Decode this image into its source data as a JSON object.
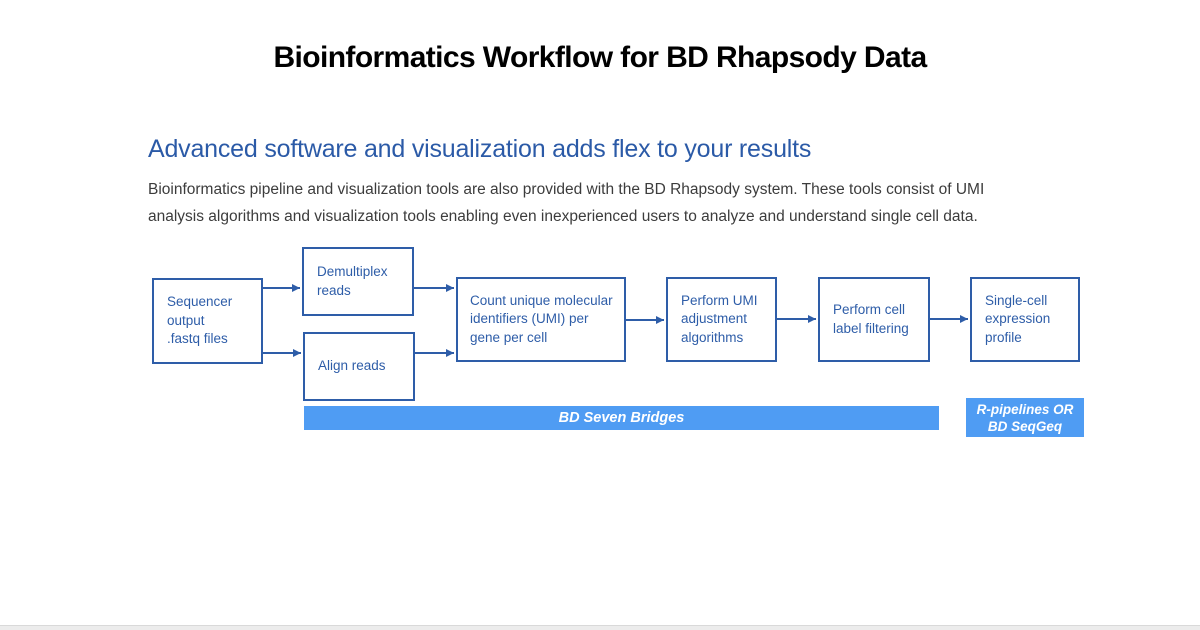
{
  "page": {
    "title": "Bioinformatics Workflow for BD Rhapsody Data"
  },
  "section": {
    "heading": "Advanced software and visualization adds flex to your results",
    "body": "Bioinformatics pipeline and visualization tools are also provided with the BD Rhapsody system. These tools consist of UMI\nanalysis algorithms and visualization tools enabling even inexperienced users to analyze and understand single cell data."
  },
  "flowchart": {
    "boxes": [
      {
        "id": "sequencer-output",
        "label": "Sequencer\noutput\n.fastq files"
      },
      {
        "id": "demultiplex-reads",
        "label": "Demultiplex\nreads"
      },
      {
        "id": "align-reads",
        "label": "Align reads"
      },
      {
        "id": "count-umi",
        "label": "Count unique molecular\nidentifiers (UMI) per\ngene per cell"
      },
      {
        "id": "umi-adjustment",
        "label": "Perform UMI\nadjustment\nalgorithms"
      },
      {
        "id": "cell-label-filtering",
        "label": "Perform cell\nlabel filtering"
      },
      {
        "id": "single-cell-profile",
        "label": "Single-cell\nexpression\nprofile"
      }
    ],
    "banners": [
      {
        "id": "bd-seven-bridges",
        "label": "BD Seven Bridges"
      },
      {
        "id": "r-pipelines",
        "label": "R-pipelines OR\nBD SeqGeq"
      }
    ]
  },
  "colors": {
    "accent_dark_blue": "#2e5da8",
    "accent_bright_blue": "#4f9cf3",
    "heading_blue": "#2b5aa7",
    "body_text_gray": "#3c3c3c",
    "title_black": "#000000"
  }
}
